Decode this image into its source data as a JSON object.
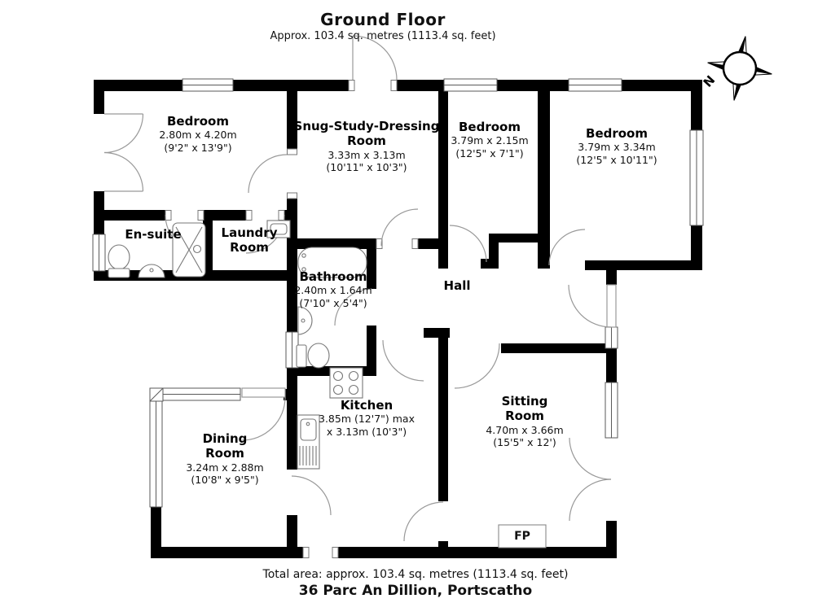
{
  "header": {
    "title": "Ground Floor",
    "subtitle": "Approx. 103.4 sq. metres (1113.4 sq. feet)"
  },
  "footer": {
    "total_area": "Total area: approx. 103.4 sq. metres (1113.4 sq. feet)",
    "address": "36 Parc An Dillion, Portscatho"
  },
  "compass": {
    "north_label": "N"
  },
  "colors": {
    "wall": "#000000",
    "door_arc": "#999999",
    "fixture": "#777777",
    "window_frame": "#5a5a5a"
  },
  "rooms": {
    "bedroom1": {
      "name": "Bedroom",
      "dims_metric": "2.80m x 4.20m",
      "dims_imperial": "(9'2\" x 13'9\")"
    },
    "snug": {
      "name": "Snug-Study-Dressing Room",
      "dims_metric": "3.33m x 3.13m",
      "dims_imperial": "(10'11\" x 10'3\")"
    },
    "bedroom2": {
      "name": "Bedroom",
      "dims_metric": "3.79m x 2.15m",
      "dims_imperial": "(12'5\" x 7'1\")"
    },
    "bedroom3": {
      "name": "Bedroom",
      "dims_metric": "3.79m x 3.34m",
      "dims_imperial": "(12'5\" x 10'11\")"
    },
    "ensuite": {
      "name": "En-suite"
    },
    "laundry": {
      "name": "Laundry Room"
    },
    "bathroom": {
      "name": "Bathroom",
      "dims_metric": "2.40m x 1.64m",
      "dims_imperial": "(7'10\" x 5'4\")"
    },
    "hall": {
      "name": "Hall"
    },
    "kitchen": {
      "name": "Kitchen",
      "dims_metric": "3.85m (12'7\") max",
      "dims_imperial": "x 3.13m (10'3\")"
    },
    "dining": {
      "name": "Dining Room",
      "dims_metric": "3.24m x 2.88m",
      "dims_imperial": "(10'8\" x 9'5\")"
    },
    "sitting": {
      "name": "Sitting Room",
      "dims_metric": "4.70m x 3.66m",
      "dims_imperial": "(15'5\" x 12')"
    },
    "fireplace": {
      "label": "FP"
    }
  }
}
